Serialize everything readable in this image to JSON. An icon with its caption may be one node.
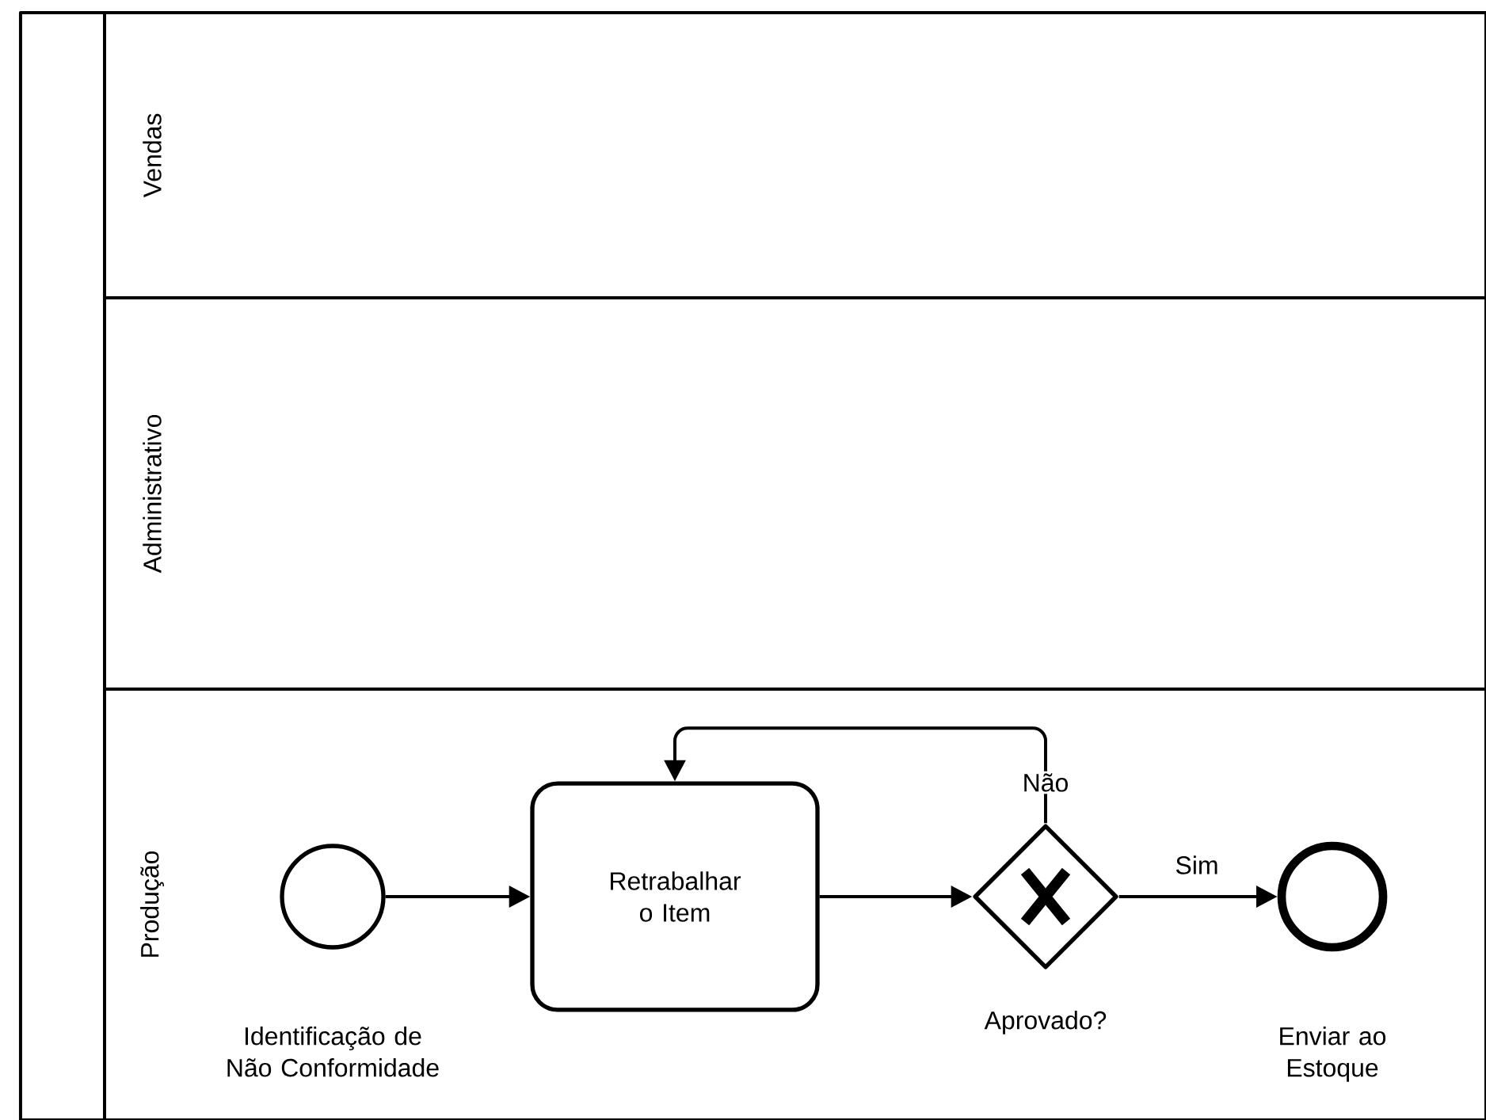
{
  "diagram": {
    "nodes": [
      {
        "text": [],
        "shape": "box"
      },
      {
        "text": [
          "Vendas"
        ],
        "in": 0
      },
      {
        "text": [
          "Administrativo"
        ],
        "in": 0
      },
      {
        "text": [
          "Produção"
        ],
        "in": 0
      },
      {
        "text": [],
        "shape": "circle",
        "beside": [
          "Identificação de Não Conformidade"
        ],
        "in": 3
      },
      {
        "text": [
          "Retrabalhar o Item"
        ],
        "in": 3
      },
      {
        "text": [],
        "shape": "diamond",
        "beside": [
          "Aprovado?"
        ],
        "in": 3
      },
      {
        "text": [],
        "shape": "circle",
        "beside": [
          "Enviar ao Estoque"
        ],
        "in": 3
      }
    ],
    "edges": [
      {
        "from": 4,
        "to": 5,
        "arrow": "to"
      },
      {
        "from": 5,
        "to": 6,
        "arrow": "to"
      },
      {
        "from": 6,
        "to": 7,
        "arrow": "to",
        "label": "Sim"
      },
      {
        "from": 6,
        "to": 5,
        "arrow": "to",
        "label": "Não"
      }
    ]
  }
}
